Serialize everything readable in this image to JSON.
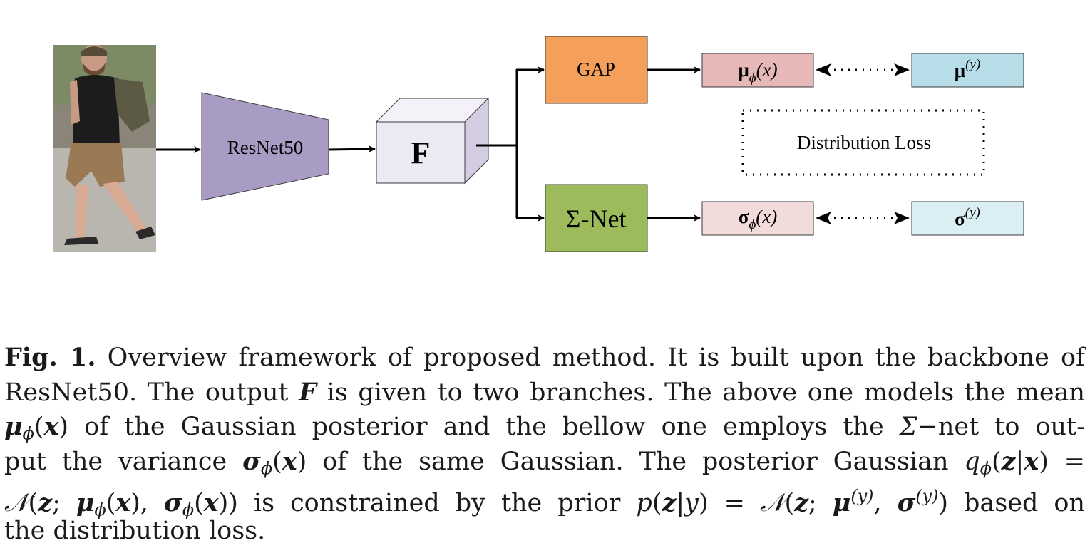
{
  "diagram": {
    "backbone_label": "ResNet50",
    "feature_label": "F",
    "gap_label": "GAP",
    "sigma_net_label": "Σ-Net",
    "mu_phi": {
      "symbol": "μ",
      "sub": "ϕ",
      "arg": "(x)"
    },
    "sigma_phi": {
      "symbol": "σ",
      "sub": "ϕ",
      "arg": "(x)"
    },
    "mu_prior": {
      "symbol": "μ",
      "sup": "(y)"
    },
    "sigma_prior": {
      "symbol": "σ",
      "sup": "(y)"
    },
    "loss_label": "Distribution Loss",
    "colors": {
      "backbone": "#a89cc4",
      "feature_front": "#ece9f2",
      "feature_side": "#d4cce0",
      "gap": "#f5a05a",
      "sigma_net": "#9cbc5c",
      "mu_phi": "#e6b8b7",
      "sigma_phi": "#f2dcdb",
      "mu_prior": "#b6dde8",
      "sigma_prior": "#dbeef3"
    },
    "input_image": "pedestrian-photo"
  },
  "caption": {
    "fig_label": "Fig. 1.",
    "l1": " Overview framework of proposed method. It is built upon the backbone of",
    "l2a": "ResNet50. The output ",
    "l2F": "F",
    "l2b": " is given to two branches. The above one models the mean",
    "l3mu": "μ",
    "l3sub": "ϕ",
    "l3a": "(",
    "l3x": "x",
    "l3b": ") of the Gaussian posterior and the bellow one employs the ",
    "l3Sigma": "Σ",
    "l3c": "−net to out-",
    "l4a": "put the variance ",
    "l4sigma": "σ",
    "l4sub": "ϕ",
    "l4b": "(",
    "l4x": "x",
    "l4c": ") of the same Gaussian. The posterior Gaussian ",
    "l4q": "q",
    "l4qsub": "ϕ",
    "l4d": "(",
    "l4z": "z",
    "l4e": "|",
    "l4x2": "x",
    "l4f": ") =",
    "l5N": "𝒩",
    "l5a": "(",
    "l5z": "z",
    "l5b": "; ",
    "l5mu": "μ",
    "l5musub": "ϕ",
    "l5c": "(",
    "l5x": "x",
    "l5d": "), ",
    "l5sigma": "σ",
    "l5sigsub": "ϕ",
    "l5e": "(",
    "l5x2": "x",
    "l5f": ")) is constrained by the prior ",
    "l5p": "p",
    "l5g": "(",
    "l5z2": "z",
    "l5h": "|",
    "l5y": "y",
    "l5i": ") = ",
    "l5N2": "𝒩",
    "l5j": "(",
    "l5z3": "z",
    "l5k": "; ",
    "l5mu2": "μ",
    "l5musup": "(y)",
    "l5l": ", ",
    "l5sigma2": "σ",
    "l5sigsup": "(y)",
    "l5m": ") based on",
    "l6": "the distribution loss."
  }
}
